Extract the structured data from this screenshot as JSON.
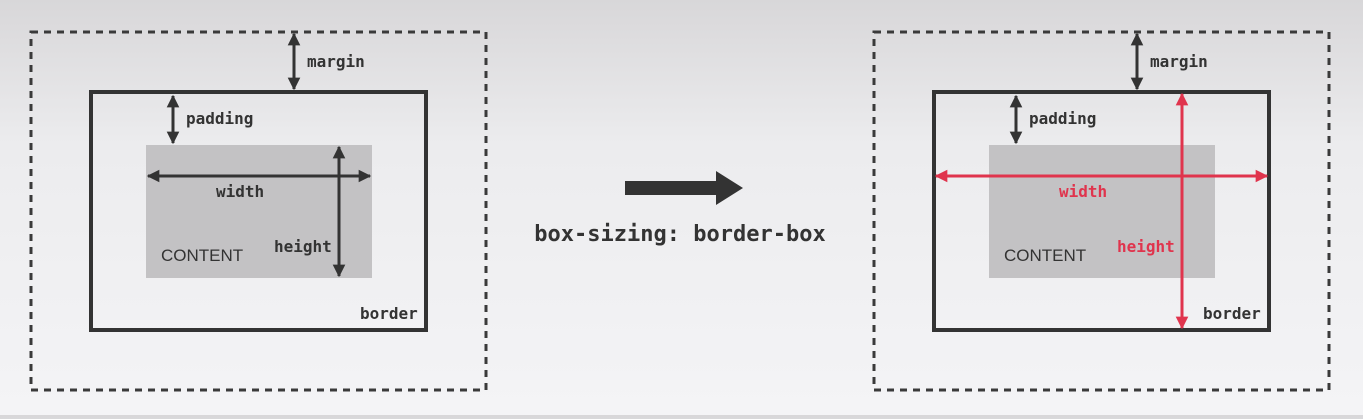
{
  "colors": {
    "dark": "#333333",
    "content_fill": "#c3c2c4",
    "highlight": "#e0344d",
    "dashed": "#3a3a3a"
  },
  "left_diagram": {
    "margin_label": "margin",
    "padding_label": "padding",
    "width_label": "width",
    "height_label": "height",
    "content_label": "CONTENT",
    "border_label": "border"
  },
  "center": {
    "arrow_icon": "right-arrow-icon",
    "caption": "box-sizing: border-box"
  },
  "right_diagram": {
    "margin_label": "margin",
    "padding_label": "padding",
    "width_label": "width",
    "height_label": "height",
    "content_label": "CONTENT",
    "border_label": "border"
  }
}
